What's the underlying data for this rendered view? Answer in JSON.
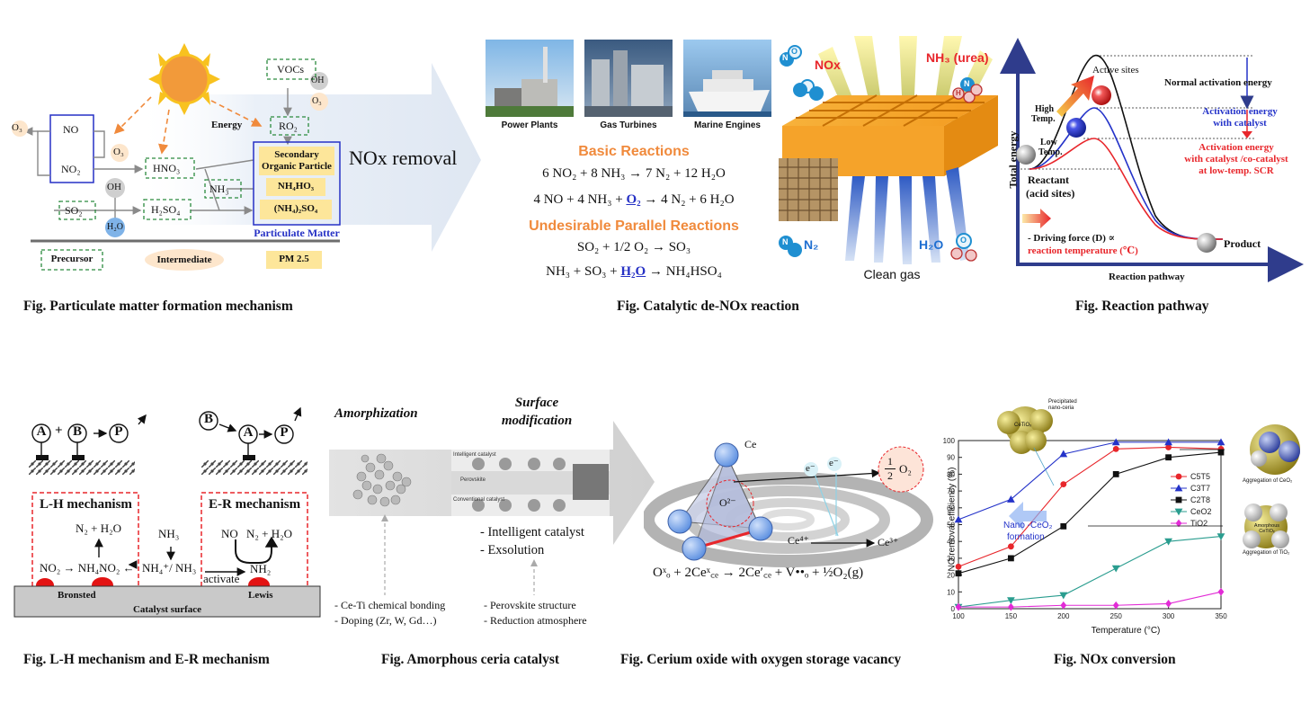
{
  "panel1": {
    "caption": "Fig. Particulate matter formation mechanism",
    "o3_left": "O₃",
    "no": "NO",
    "no2": "NO₂",
    "o3_mid": "O₃",
    "hno3": "HNO₃",
    "oh": "OH",
    "so2": "SO₂",
    "h2o": "H₂O",
    "h2so4": "H₂SO₄",
    "nh3": "NH₃",
    "energy": "Energy",
    "vocs": "VOCs",
    "oh_top": "OH",
    "o3_top": "O₃",
    "ro2": "RO₂",
    "soa_line1": "Secondary",
    "soa_line2": "Organic Particle",
    "nh4ho3": "NH₄HO₃",
    "nh4so4": "(NH₄)₂SO₄",
    "pm_label": "Particulate Matter",
    "precursor": "Precursor",
    "intermediate": "Intermediate",
    "pm25": "PM 2.5",
    "arrow_text": "NOx removal"
  },
  "panel2": {
    "caption": "Fig. Catalytic de-NOx reaction",
    "photos": [
      "Power Plants",
      "Gas Turbines",
      "Marine Engines"
    ],
    "basic_title": "Basic Reactions",
    "eq1": "6 NO₂ + 8 NH₃ → 7 N₂ + 12 H₂O",
    "eq2_a": "4 NO + 4 NH₃ + ",
    "eq2_o2": "O₂",
    "eq2_b": " → 4 N₂ + 6 H₂O",
    "undesired_title": "Undesirable Parallel Reactions",
    "eq3": "SO₂ + 1/2 O₂ → SO₃",
    "eq4_a": "NH₃ + SO₃ + ",
    "eq4_h2o": "H₂O",
    "eq4_b": " → NH₄HSO₄",
    "nox": "NOx",
    "nh3_urea": "NH₃ (urea)",
    "n2": "N₂",
    "h2o": "H₂O",
    "clean_gas": "Clean gas",
    "mol_n": "N",
    "mol_o": "O",
    "mol_h": "H"
  },
  "panel3": {
    "caption": "Fig. Reaction pathway",
    "ylabel": "Total energy",
    "xlabel": "Reaction pathway",
    "active_sites": "Active sites",
    "normal": "Normal activation energy",
    "with_cat_1": "Activation energy",
    "with_cat_2": "with catalyst",
    "co_cat_1": "Activation energy",
    "co_cat_2": "with catalyst /co-catalyst",
    "co_cat_3": "at low-temp. SCR",
    "high_temp_1": "High",
    "high_temp_2": "Temp.",
    "low_temp_1": "Low",
    "low_temp_2": "Temp.",
    "reactant_1": "Reactant",
    "reactant_2": "(acid sites)",
    "driving_1": "- Driving force (D) ∝",
    "driving_2": "reaction temperature (℃)",
    "product": "Product"
  },
  "panel4": {
    "caption": "Fig. L-H mechanism and E-R mechanism",
    "a": "A",
    "b": "B",
    "p": "P",
    "plus": "+",
    "lh": "L-H mechanism",
    "er": "E-R mechanism",
    "n2h2o_left": "N₂ + H₂O",
    "no2_eq": "NO₂ → NH₄NO₂ ←",
    "nh4": "NH₄⁺/ NH₃",
    "nh3": "NH₃",
    "no": "NO",
    "n2h2o_right": "N₂ + H₂O",
    "activate": "activate",
    "nh2": "NH₂",
    "bronsted": "Bronsted",
    "lewis": "Lewis",
    "surface": "Catalyst surface"
  },
  "panel5": {
    "caption": "Fig. Amorphous ceria catalyst",
    "amorph": "Amorphization",
    "surf_1": "Surface",
    "surf_2": "modification",
    "intelligent": "- Intelligent catalyst",
    "exsolution": "- Exsolution",
    "bond": "- Ce-Ti chemical bonding",
    "doping": "- Doping (Zr, W, Gd…)",
    "perov": "- Perovskite structure",
    "reduc": "- Reduction atmosphere",
    "inset_labels": [
      "Intelligent catalyst",
      "Perovskite",
      "Conventional catalyst"
    ]
  },
  "panel6": {
    "caption": "Fig. Cerium oxide with oxygen storage vacancy",
    "ce": "Ce",
    "o2minus": "O²⁻",
    "e1": "e⁻",
    "e2": "e⁻",
    "half_num": "1",
    "half_den": "2",
    "half_o": "O₂",
    "ce4": "Ce⁴⁺",
    "ce3": "Ce³⁺",
    "equation": "Oˣₒ + 2Ceˣ꜀ₑ → 2Ce′꜀ₑ + V••ₒ + ½O₂(g)"
  },
  "panel7": {
    "caption": "Fig. NOx conversion",
    "ylabel": "NO removal efficiency (%)",
    "xlabel": "Temperature (°C)",
    "nano_1": "Nano -CeO₂",
    "nano_2": "formation",
    "sphere_1": "CeTiOₓ",
    "sphere_top": "Precipitated nano-ceria",
    "sphere_r1": "Aggregation of CeO₂",
    "sphere_r2": "Aggregation of TiO₂",
    "sphere_r2_inner": "Amorphous CeTiOₓ"
  },
  "chart_data": {
    "type": "line",
    "x": [
      100,
      150,
      200,
      250,
      300,
      350
    ],
    "xlim": [
      100,
      350
    ],
    "ylim": [
      0,
      100
    ],
    "xticks": [
      100,
      150,
      200,
      250,
      300,
      350
    ],
    "yticks": [
      0,
      10,
      20,
      30,
      40,
      50,
      60,
      70,
      80,
      90,
      100
    ],
    "xlabel": "Temperature (°C)",
    "ylabel": "NO removal efficiency (%)",
    "legend_position": "right",
    "series": [
      {
        "name": "C5T5",
        "color": "#e8262b",
        "marker": "circle",
        "values": [
          25,
          37,
          74,
          95,
          96,
          95
        ]
      },
      {
        "name": "C3T7",
        "color": "#2433c9",
        "marker": "triangle",
        "values": [
          53,
          65,
          92,
          99,
          99,
          99
        ]
      },
      {
        "name": "C2T8",
        "color": "#111111",
        "marker": "square",
        "values": [
          21,
          30,
          49,
          80,
          90,
          93
        ]
      },
      {
        "name": "CeO2",
        "color": "#2a9d8f",
        "marker": "tri-down",
        "values": [
          1,
          5,
          8,
          24,
          40,
          43
        ]
      },
      {
        "name": "TiO2",
        "color": "#e22bd6",
        "marker": "diamond",
        "values": [
          1,
          1,
          2,
          2,
          3,
          10
        ]
      }
    ]
  }
}
